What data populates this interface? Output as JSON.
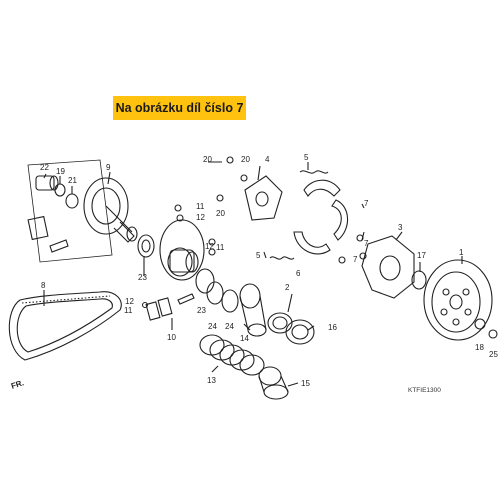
{
  "banner": {
    "text": "Na obrázku díl číslo 7",
    "color": "#ffc20e"
  },
  "diagram_code": "KTFIE1300",
  "front_indicator": "FR.",
  "part_numbers": [
    "1",
    "2",
    "3",
    "4",
    "5",
    "5",
    "6",
    "7",
    "7",
    "7",
    "8",
    "9",
    "10",
    "11",
    "11",
    "11",
    "12",
    "12",
    "12",
    "13",
    "14",
    "15",
    "16",
    "17",
    "18",
    "19",
    "20",
    "20",
    "20",
    "21",
    "22",
    "23",
    "23",
    "24",
    "24",
    "25"
  ]
}
